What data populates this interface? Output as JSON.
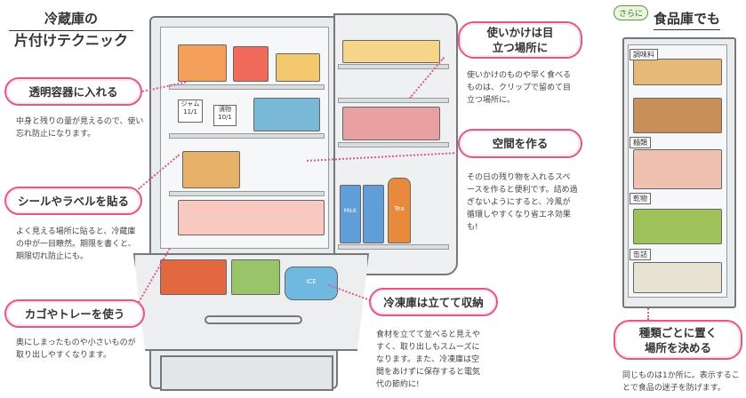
{
  "title": {
    "line1": "冷蔵庫の",
    "line2": "片付けテクニック"
  },
  "tips": [
    {
      "heading": "透明容器に入れる",
      "text": "中身と残りの量が見えるので、使い忘れ防止になります。"
    },
    {
      "heading": "シールやラベルを貼る",
      "text": "よく見える場所に貼ると、冷蔵庫の中が一目瞭然。期限を書くと、期限切れ防止にも。"
    },
    {
      "heading": "カゴやトレーを使う",
      "text": "奥にしまったものや小さいものが取り出しやすくなります。"
    },
    {
      "heading": "使いかけは目立つ場所に",
      "text": "使いかけのものや早く食べるものは、クリップで留めて目立つ場所に。"
    },
    {
      "heading": "空間を作る",
      "text": "その日の残り物を入れるスペースを作ると便利です。詰め過ぎないようにすると、冷風が循環しやすくなり省エネ効果も!"
    },
    {
      "heading": "冷凍庫は立てて収納",
      "text": "食材を立てて並べると見えやすく、取り出しもスムーズになります。また、冷凍庫は空間をあけずに保存すると電気代の節約に!"
    }
  ],
  "pantry": {
    "badge": "さらに",
    "title": "食品庫でも",
    "labels": [
      "調味料",
      "麺類",
      "乾物",
      "缶詰"
    ],
    "tip": {
      "heading": "種類ごとに置く場所を決める",
      "text": "同じものは1か所に。表示することで食品の迷子を防げます。"
    }
  },
  "fridge_labels": {
    "jam": "ジャム",
    "jam_date": "11/1",
    "pickles": "漬物",
    "pickles_date": "10/1",
    "milk": "MILK",
    "tea": "Tea",
    "ice": "ICE"
  },
  "colors": {
    "accent": "#e05a82"
  }
}
